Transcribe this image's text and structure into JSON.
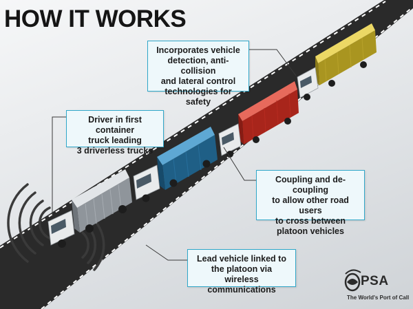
{
  "title": "HOW IT WORKS",
  "callouts": [
    {
      "id": "detection",
      "lines": [
        "Incorporates vehicle",
        "detection, anti-collision",
        "and lateral control",
        "technologies for safety"
      ]
    },
    {
      "id": "driver",
      "lines": [
        "Driver in first container",
        "truck leading",
        "3 driverless trucks"
      ]
    },
    {
      "id": "coupling",
      "lines": [
        "Coupling and de-coupling",
        "to allow other road users",
        "to cross between",
        "platoon vehicles"
      ]
    },
    {
      "id": "wireless",
      "lines": [
        "Lead vehicle linked to",
        "the platoon via",
        "wireless communications"
      ]
    }
  ],
  "trucks": [
    {
      "position": "lead",
      "container_color": "#c9ccd0",
      "label": "grey container"
    },
    {
      "position": "second",
      "container_color": "#2f86b8",
      "label": "blue container"
    },
    {
      "position": "third",
      "container_color": "#d8372a",
      "label": "red container"
    },
    {
      "position": "fourth",
      "container_color": "#d8c23a",
      "label": "yellow container"
    }
  ],
  "colors": {
    "callout_border": "#2fa7c9",
    "callout_bg": "#eef8fb",
    "road": "#2a2a2a",
    "cab": "#eceeef"
  },
  "logo": {
    "name": "PSA",
    "tagline": "The World's Port of Call",
    "icon": "psa-emblem-icon"
  }
}
